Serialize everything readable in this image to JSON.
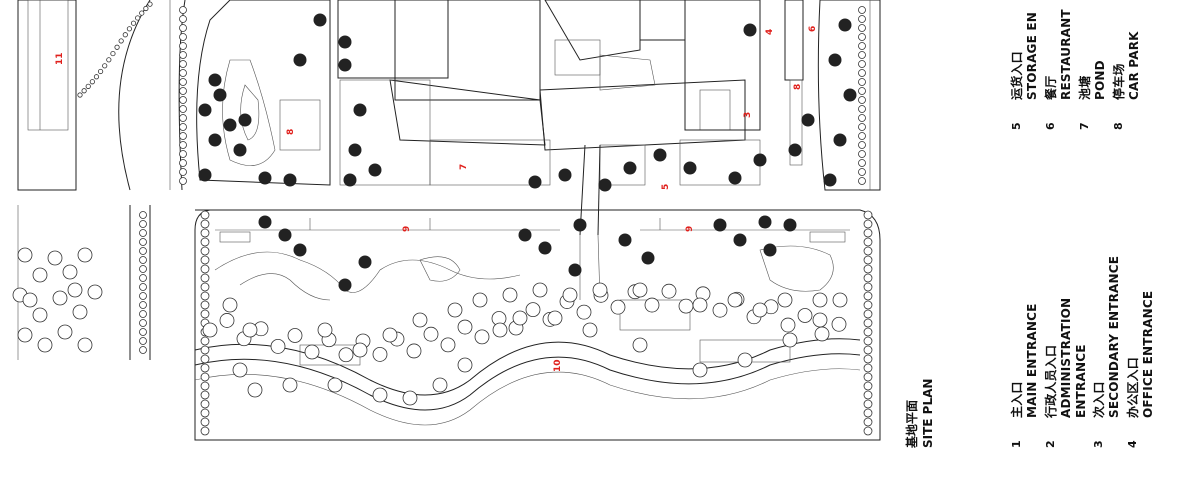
{
  "title": {
    "cn": "基地平面",
    "en": "SITE PLAN"
  },
  "map_labels": [
    "11",
    "8",
    "7",
    "4",
    "3",
    "5",
    "6",
    "8",
    "9",
    "9",
    "10"
  ],
  "legend": [
    {
      "num": "1",
      "cn": "主入口",
      "en": [
        "MAIN ENTRANCE"
      ]
    },
    {
      "num": "2",
      "cn": "行政人员入口",
      "en": [
        "ADMINISTRATION",
        "ENTRANCE"
      ]
    },
    {
      "num": "3",
      "cn": "次入口",
      "en": [
        "SECONDARY ENTRANCE"
      ]
    },
    {
      "num": "4",
      "cn": "办公区入口",
      "en": [
        "OFFICE ENTRANCE"
      ]
    },
    {
      "num": "5",
      "cn": "运货入口",
      "en": [
        "STORAGE EN"
      ]
    },
    {
      "num": "6",
      "cn": "餐厅",
      "en": [
        "RESTAURANT"
      ]
    },
    {
      "num": "7",
      "cn": "池塘",
      "en": [
        "POND"
      ]
    },
    {
      "num": "8",
      "cn": "停车场",
      "en": [
        "CAR PARK"
      ]
    }
  ]
}
